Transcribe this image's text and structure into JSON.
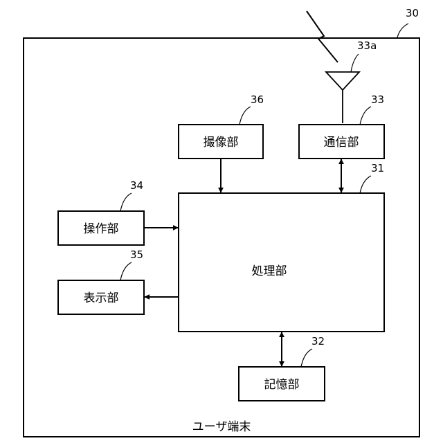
{
  "device": {
    "ref": "30",
    "caption": "ユーザ端末"
  },
  "blocks": {
    "processing": {
      "label": "処理部",
      "ref": "31"
    },
    "storage": {
      "label": "記憶部",
      "ref": "32"
    },
    "communication": {
      "label": "通信部",
      "ref": "33"
    },
    "operation": {
      "label": "操作部",
      "ref": "34"
    },
    "display": {
      "label": "表示部",
      "ref": "35"
    },
    "imaging": {
      "label": "撮像部",
      "ref": "36"
    }
  },
  "antenna": {
    "ref": "33a"
  }
}
